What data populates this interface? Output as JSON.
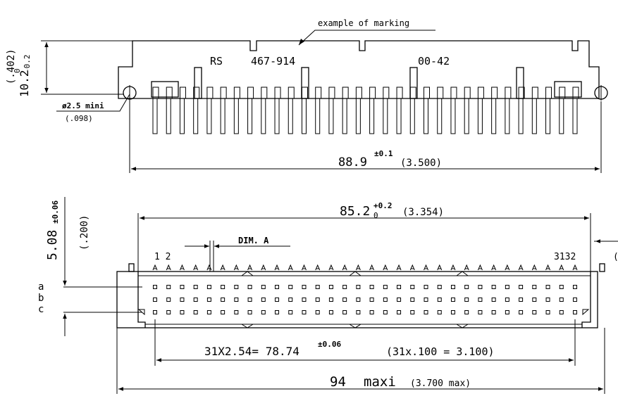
{
  "top_view": {
    "marking_note": "example of marking",
    "mark_prefix": "RS",
    "mark_part": "467-914",
    "mark_suffix": "00-42",
    "height_dim": "10.2",
    "height_tol_upper": "0",
    "height_tol_lower": "-0.2",
    "height_imperial": "(.402)",
    "hole_dim": "ø2.5 mini",
    "hole_imperial": "(.098)",
    "width_dim": "88.9",
    "width_tol": "±0.1",
    "width_imperial": "(3.500)"
  },
  "bottom_view": {
    "span_dim": "85.2",
    "span_tol_upper": "+0.2",
    "span_tol_lower": "0",
    "span_imperial": "(3.354)",
    "dim_a": "DIM. A",
    "pitch_dim": "5.08",
    "pitch_tol": "±0.06",
    "pitch_imperial": "(.200)",
    "pin_first": "1 2",
    "pin_last": "3132",
    "cut_label": "(",
    "rows": [
      "a",
      "b",
      "c"
    ],
    "pins_per_row": 32,
    "pin_span_dim": "31X2.54= 78.74",
    "pin_span_tol": "±0.06",
    "pin_span_imperial": "(31x.100 = 3.100)",
    "overall_dim": "94",
    "overall_label": "maxi",
    "overall_imperial": "(3.700 max)"
  }
}
